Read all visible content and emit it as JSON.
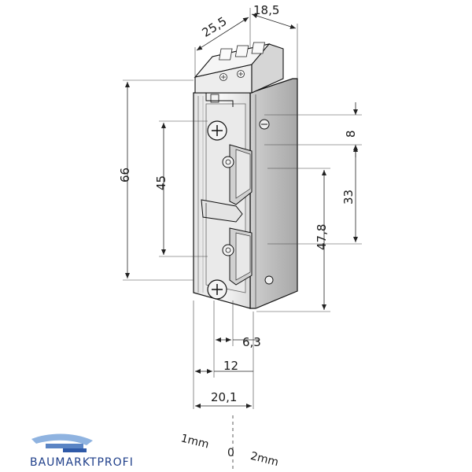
{
  "dimensions": {
    "top_left": "25,5",
    "top_right": "18,5",
    "left_outer": "66",
    "left_inner": "45",
    "right_top": "8",
    "right_mid": "33",
    "right_lower": "47,8",
    "bottom_1": "6,3",
    "bottom_2": "12",
    "bottom_3": "20,1"
  },
  "scale": {
    "left": "1mm",
    "zero": "0",
    "right": "2mm"
  },
  "logo": {
    "text": "BAUMARKTPROFI",
    "color": "#1f3f8a",
    "accent": "#8fb3e0"
  },
  "colors": {
    "body_light": "#f2f2f2",
    "body_mid": "#d9d9d9",
    "body_dark": "#9a9a9a",
    "line": "#222222"
  }
}
